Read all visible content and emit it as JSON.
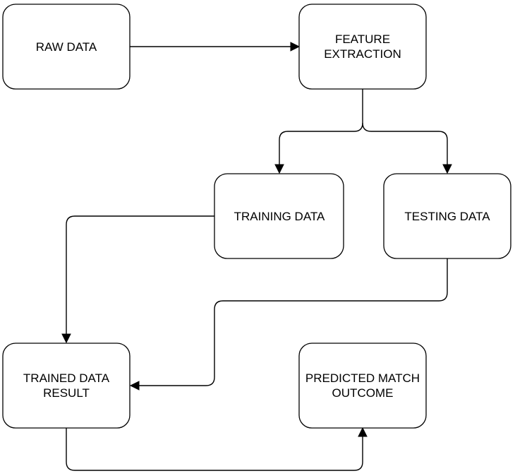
{
  "diagram": {
    "nodes": {
      "raw_data": {
        "line1": "RAW DATA"
      },
      "feature_extraction": {
        "line1": "FEATURE",
        "line2": "EXTRACTION"
      },
      "training_data": {
        "line1": "TRAINING DATA"
      },
      "testing_data": {
        "line1": "TESTING DATA"
      },
      "trained_data_result": {
        "line1": "TRAINED DATA",
        "line2": "RESULT"
      },
      "predicted_match_outcome": {
        "line1": "PREDICTED MATCH",
        "line2": "OUTCOME"
      }
    }
  }
}
